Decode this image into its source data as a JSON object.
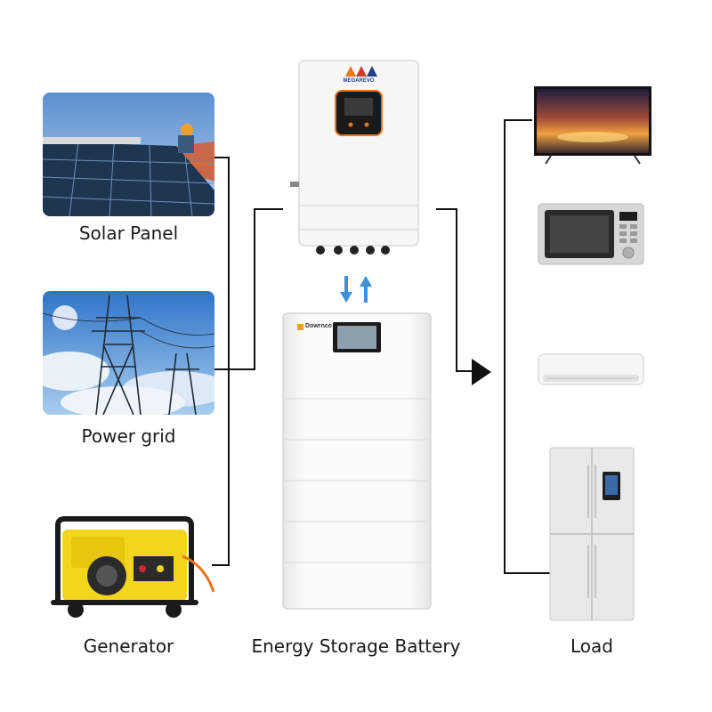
{
  "sources": {
    "solar_panel": "Solar Panel",
    "power_grid": "Power grid",
    "generator": "Generator"
  },
  "center": {
    "inverter_brand": "MEGAREVO",
    "battery_brand": "Dowrnco",
    "battery_label": "Energy Storage Battery"
  },
  "load": {
    "label": "Load"
  },
  "icons": {
    "flow_arrows": "up-down-arrows-icon",
    "output_arrow": "triangle-right-icon"
  },
  "colors": {
    "accent_orange": "#e8761e",
    "arrow_blue": "#3e8fd6",
    "line": "#111111"
  }
}
